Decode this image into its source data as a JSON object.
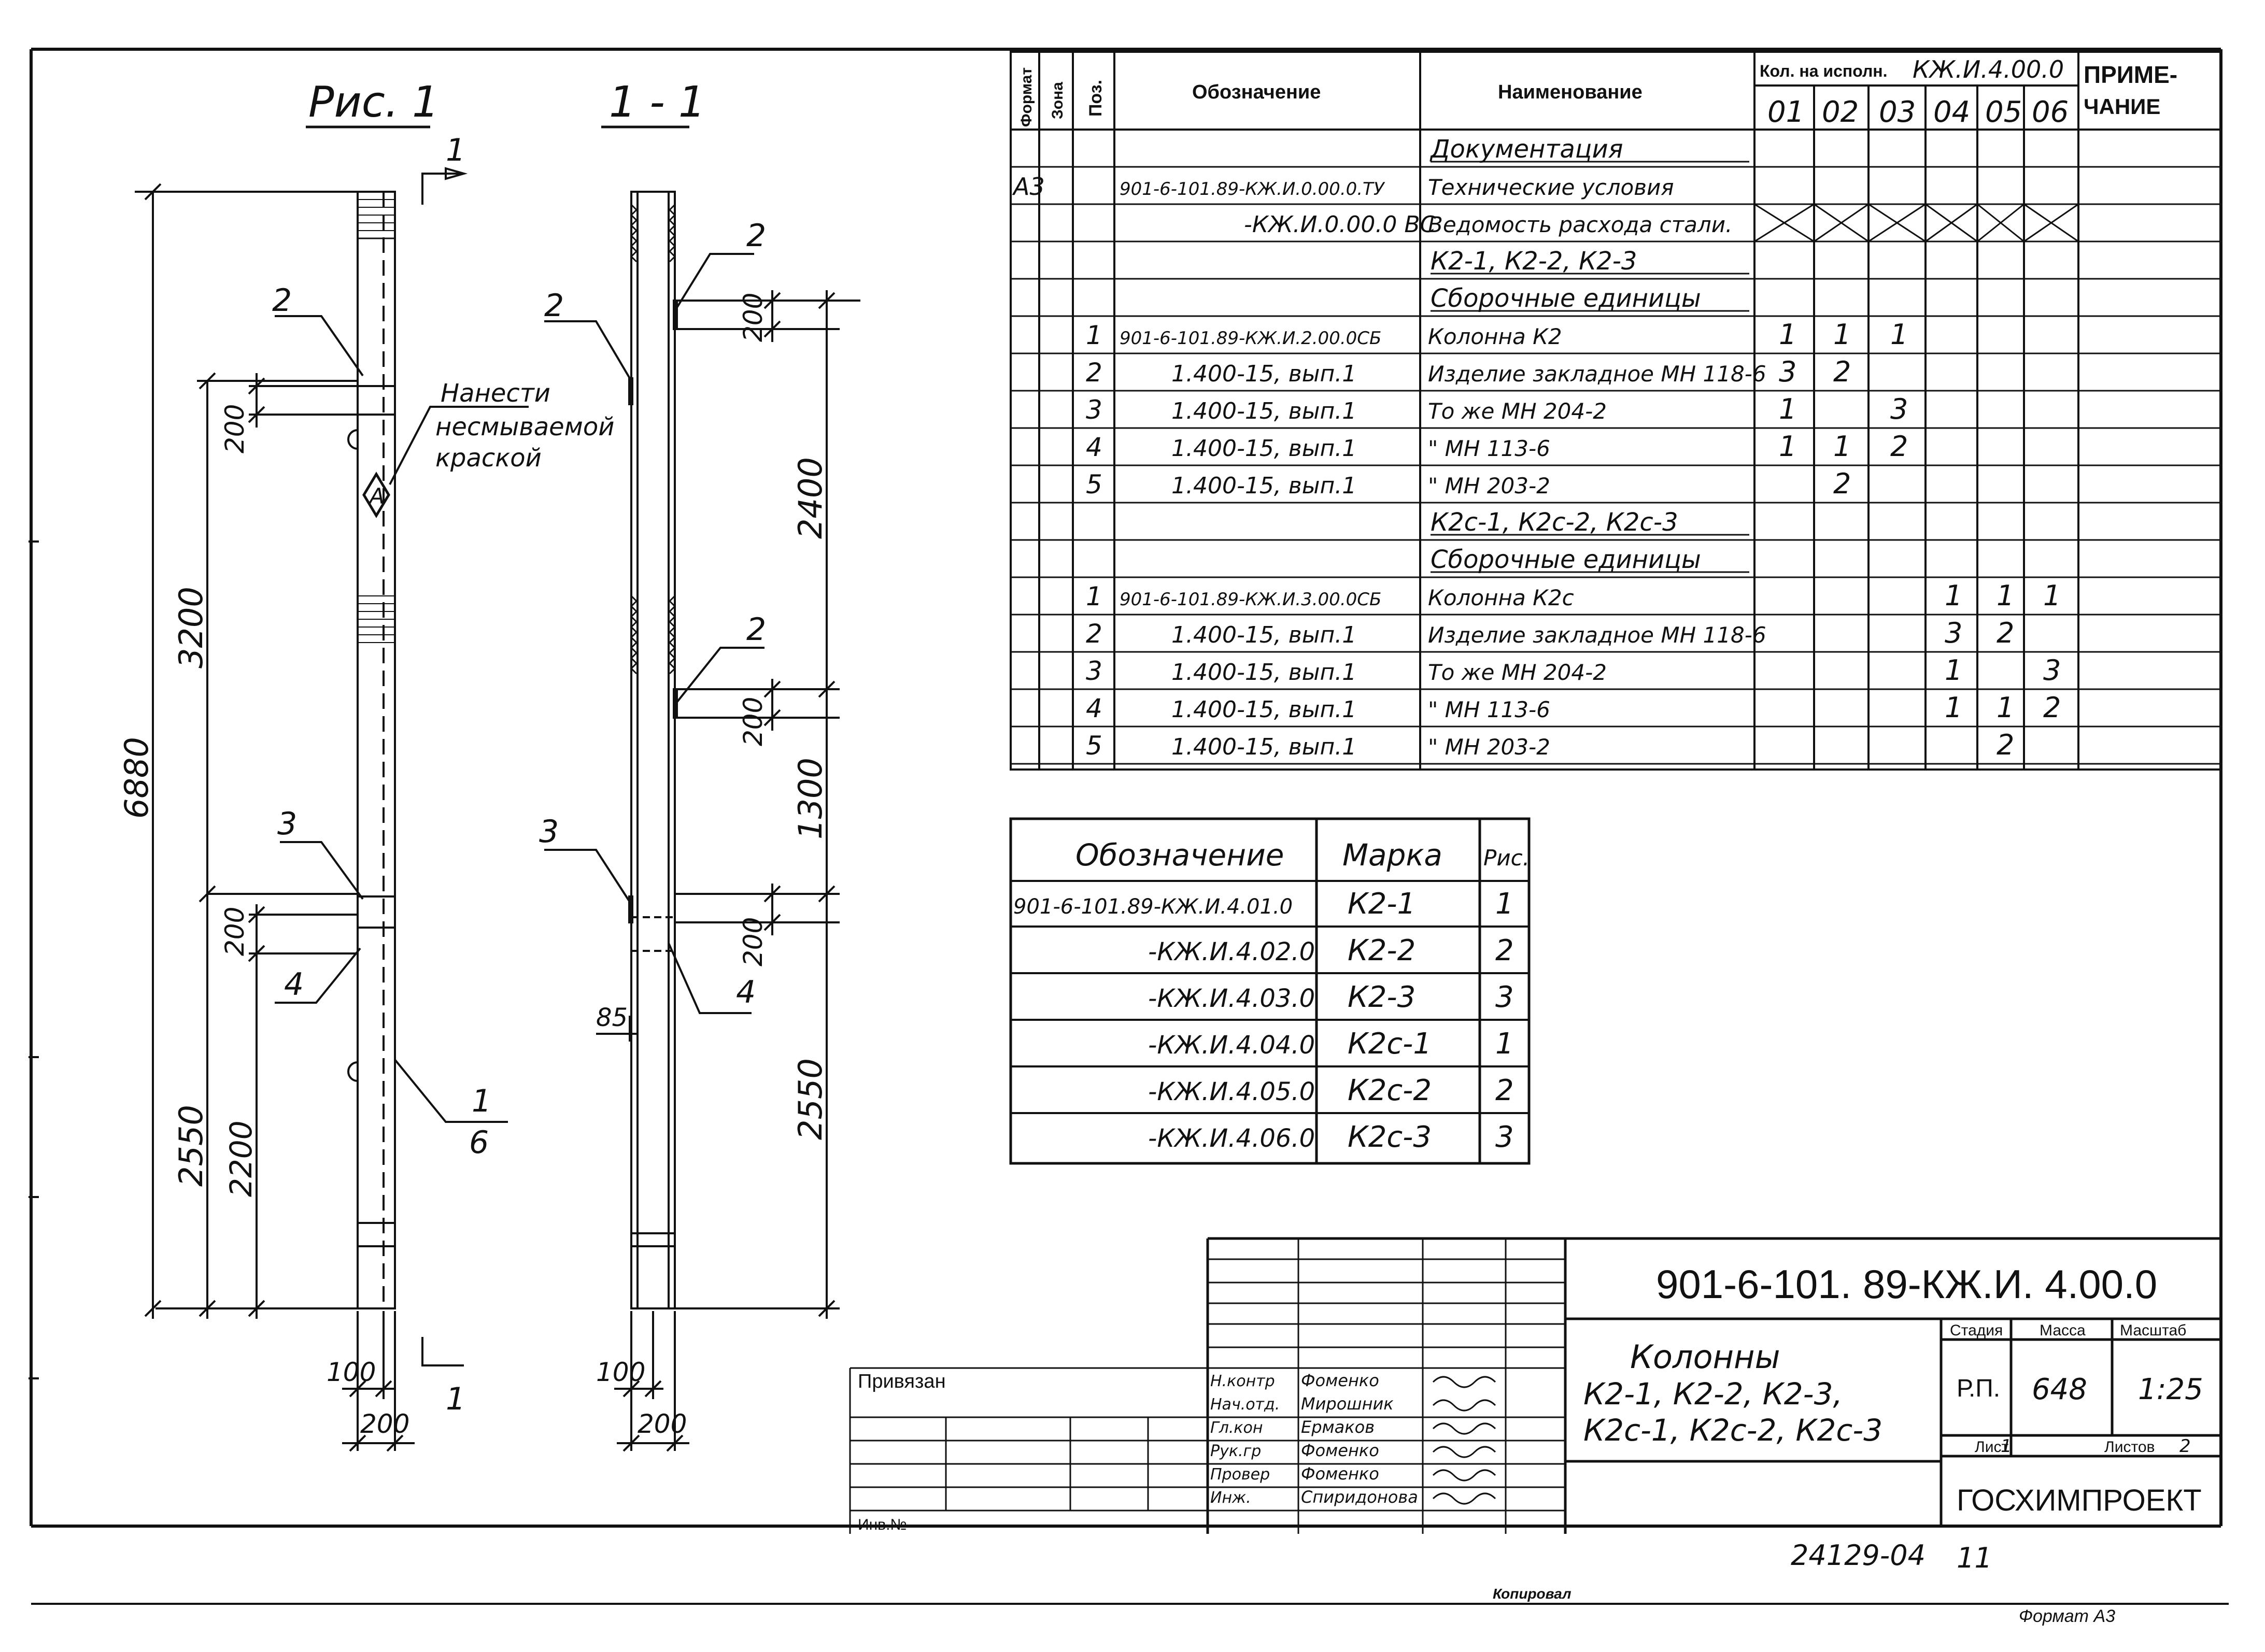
{
  "figure1": {
    "title": "Рис. 1",
    "dims": {
      "total": "6880",
      "upper": "3200",
      "lower": "2550",
      "lower_inner": "2200",
      "top_plate": "200",
      "bottom_plate": "200",
      "base_left": "100",
      "base_width": "200"
    },
    "positions": {
      "p1": "1",
      "p2": "2",
      "p3": "3",
      "p4": "4",
      "p6": "6"
    },
    "note": [
      "Нанести",
      "несмываемой",
      "краской"
    ],
    "mark_letter": "А",
    "section_mark": "1"
  },
  "section": {
    "title": "1 - 1",
    "dims": {
      "d1": "200",
      "d2": "2400",
      "d3": "200",
      "d4": "1300",
      "d5": "200",
      "d6": "2550",
      "d7": "85",
      "base_left": "100",
      "base_width": "200"
    },
    "positions": {
      "p2a": "2",
      "p2b": "2",
      "p2c": "2",
      "p3": "3",
      "p4": "4"
    }
  },
  "spec": {
    "headers": {
      "format": "Формат",
      "zone": "Зона",
      "pos": "Поз.",
      "designation": "Обозначение",
      "name": "Наименование",
      "qty": "Кол. на исполн.",
      "qty_code": "КЖ.И.4.00.0",
      "note": [
        "ПРИМЕ-",
        "ЧАНИЕ"
      ]
    },
    "variants": [
      "01",
      "02",
      "03",
      "04",
      "05",
      "06"
    ],
    "rows": [
      {
        "fmt": "",
        "pos": "",
        "des": "",
        "name": "Документация",
        "q": [
          "",
          "",
          "",
          "",
          "",
          ""
        ],
        "kind": "section"
      },
      {
        "fmt": "А3",
        "pos": "",
        "des": "901-6-101.89-КЖ.И.0.00.0.ТУ",
        "name": "Технические условия",
        "q": [
          "",
          "",
          "",
          "",
          "",
          ""
        ],
        "kind": "item"
      },
      {
        "fmt": "",
        "pos": "",
        "des": "-КЖ.И.0.00.0 ВС",
        "name": "Ведомость расхода стали.",
        "q": [
          "",
          "",
          "",
          "",
          "",
          ""
        ],
        "kind": "crossed"
      },
      {
        "fmt": "",
        "pos": "",
        "des": "",
        "name": "К2-1, К2-2, К2-3",
        "q": [
          "",
          "",
          "",
          "",
          "",
          ""
        ],
        "kind": "section"
      },
      {
        "fmt": "",
        "pos": "",
        "des": "",
        "name": "Сборочные единицы",
        "q": [
          "",
          "",
          "",
          "",
          "",
          ""
        ],
        "kind": "section"
      },
      {
        "fmt": "",
        "pos": "1",
        "des": "901-6-101.89-КЖ.И.2.00.0СБ",
        "name": "Колонна К2",
        "q": [
          "1",
          "1",
          "1",
          "",
          "",
          ""
        ],
        "kind": "item"
      },
      {
        "fmt": "",
        "pos": "2",
        "des": "1.400-15, вып.1",
        "name": "Изделие закладное МН 118-6",
        "q": [
          "3",
          "2",
          "",
          "",
          "",
          ""
        ],
        "kind": "item"
      },
      {
        "fmt": "",
        "pos": "3",
        "des": "1.400-15, вып.1",
        "name": "То же  МН 204-2",
        "q": [
          "1",
          "",
          "3",
          "",
          "",
          ""
        ],
        "kind": "item"
      },
      {
        "fmt": "",
        "pos": "4",
        "des": "1.400-15, вып.1",
        "name": "\"  МН 113-6",
        "q": [
          "1",
          "1",
          "2",
          "",
          "",
          ""
        ],
        "kind": "item"
      },
      {
        "fmt": "",
        "pos": "5",
        "des": "1.400-15, вып.1",
        "name": "\"  МН 203-2",
        "q": [
          "",
          "2",
          "",
          "",
          "",
          ""
        ],
        "kind": "item"
      },
      {
        "fmt": "",
        "pos": "",
        "des": "",
        "name": "К2с-1, К2с-2, К2с-3",
        "q": [
          "",
          "",
          "",
          "",
          "",
          ""
        ],
        "kind": "section"
      },
      {
        "fmt": "",
        "pos": "",
        "des": "",
        "name": "Сборочные единицы",
        "q": [
          "",
          "",
          "",
          "",
          "",
          ""
        ],
        "kind": "section"
      },
      {
        "fmt": "",
        "pos": "1",
        "des": "901-6-101.89-КЖ.И.3.00.0СБ",
        "name": "Колонна К2с",
        "q": [
          "",
          "",
          "",
          "1",
          "1",
          "1"
        ],
        "kind": "item"
      },
      {
        "fmt": "",
        "pos": "2",
        "des": "1.400-15, вып.1",
        "name": "Изделие закладное МН 118-6",
        "q": [
          "",
          "",
          "",
          "3",
          "2",
          ""
        ],
        "kind": "item"
      },
      {
        "fmt": "",
        "pos": "3",
        "des": "1.400-15, вып.1",
        "name": "То же  МН 204-2",
        "q": [
          "",
          "",
          "",
          "1",
          "",
          "3"
        ],
        "kind": "item"
      },
      {
        "fmt": "",
        "pos": "4",
        "des": "1.400-15, вып.1",
        "name": "\"  МН 113-6",
        "q": [
          "",
          "",
          "",
          "1",
          "1",
          "2"
        ],
        "kind": "item"
      },
      {
        "fmt": "",
        "pos": "5",
        "des": "1.400-15, вып.1",
        "name": "\"  МН 203-2",
        "q": [
          "",
          "",
          "",
          "",
          "2",
          ""
        ],
        "kind": "item"
      }
    ]
  },
  "marks": {
    "headers": {
      "designation": "Обозначение",
      "mark": "Марка",
      "fig": "Рис."
    },
    "rows": [
      {
        "des": "901-6-101.89-КЖ.И.4.01.0",
        "mark": "К2-1",
        "fig": "1"
      },
      {
        "des": "-КЖ.И.4.02.0",
        "mark": "К2-2",
        "fig": "2"
      },
      {
        "des": "-КЖ.И.4.03.0",
        "mark": "К2-3",
        "fig": "3"
      },
      {
        "des": "-КЖ.И.4.04.0",
        "mark": "К2с-1",
        "fig": "1"
      },
      {
        "des": "-КЖ.И.4.05.0",
        "mark": "К2с-2",
        "fig": "2"
      },
      {
        "des": "-КЖ.И.4.06.0",
        "mark": "К2с-3",
        "fig": "3"
      }
    ]
  },
  "title_block": {
    "code": "901-6-101. 89-КЖ.И. 4.00.0",
    "title_lines": [
      "Колонны",
      "К2-1, К2-2, К2-3,",
      "К2с-1, К2с-2, К2с-3"
    ],
    "stage_label": "Стадия",
    "stage": "Р.П.",
    "mass_label": "Масса",
    "mass": "648",
    "scale_label": "Масштаб",
    "scale": "1:25",
    "sheet_label": "Лист",
    "sheet": "1",
    "sheets_label": "Листов",
    "sheets": "2",
    "org": "ГОСХИМПРОЕКТ",
    "privyazan": "Привязан",
    "inv_no": "Инв.№",
    "staff": [
      {
        "role": "Н.контр",
        "name": "Фоменко"
      },
      {
        "role": "Нач.отд.",
        "name": "Мирошник"
      },
      {
        "role": "Гл.кон",
        "name": "Ермаков"
      },
      {
        "role": "Рук.гр",
        "name": "Фоменко"
      },
      {
        "role": "Провер",
        "name": "Фоменко"
      },
      {
        "role": "Инж.",
        "name": "Спиридонова"
      }
    ]
  },
  "footer": {
    "number": "24129-04",
    "sheet_no": "11",
    "copied": "Копировал",
    "format": "Формат А3"
  }
}
